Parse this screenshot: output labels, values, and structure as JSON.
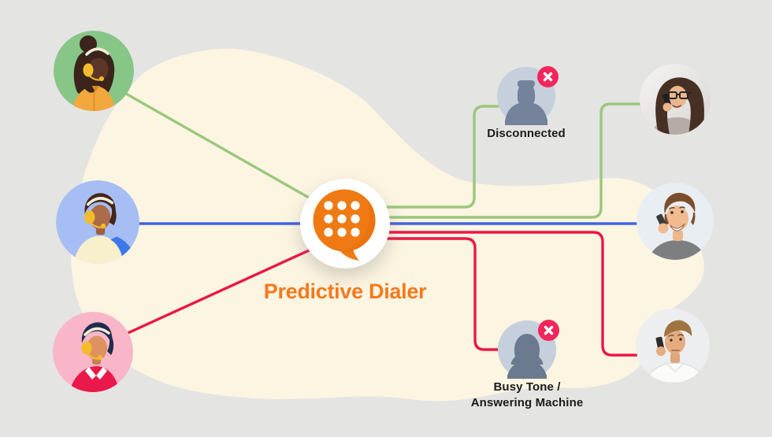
{
  "theme": {
    "canvas": "#e4e4e3",
    "blob": "#fbf5e2",
    "green": "#9bc77c",
    "blue": "#4064e0",
    "red": "#eb1649",
    "orange": "#ef7a14",
    "title": "#f5791d",
    "badge": "#f2265c",
    "nodebg": "#c6cfdc",
    "nodefg": "#74839b",
    "label": "#1b1b1b"
  },
  "dialer": {
    "title": "Predictive Dialer",
    "icon": "dialpad-chat-bubble-icon",
    "icon_color": "#ef7a14"
  },
  "status_nodes": {
    "disconnected": {
      "label": "Disconnected",
      "avatar_icon": "male-person-silhouette-icon",
      "badge_icon": "x-close-icon",
      "badge_color": "#f2265c"
    },
    "busy": {
      "label_line1": "Busy Tone /",
      "label_line2": "Answering Machine",
      "avatar_icon": "female-person-silhouette-icon",
      "badge_icon": "x-close-icon",
      "badge_color": "#f2265c"
    }
  },
  "agents": [
    {
      "icon": "agent-woman-headset-illustration",
      "circle_color": "#87c687"
    },
    {
      "icon": "agent-man-headset-illustration",
      "circle_color": "#a7bef4"
    },
    {
      "icon": "agent-man-headset-illustration",
      "circle_color": "#f8b6c8"
    }
  ],
  "customers": [
    {
      "icon": "woman-with-glasses-on-phone-photo"
    },
    {
      "icon": "smiling-man-on-phone-photo"
    },
    {
      "icon": "man-in-white-shirt-on-phone-photo"
    }
  ],
  "connections": [
    {
      "from": "agent-1",
      "to": "dialer",
      "color": "#9bc77c"
    },
    {
      "from": "agent-2",
      "to": "customer-2",
      "color": "#4064e0"
    },
    {
      "from": "agent-3",
      "to": "dialer",
      "color": "#eb1649"
    },
    {
      "from": "dialer",
      "to": "disconnected",
      "color": "#9bc77c"
    },
    {
      "from": "dialer",
      "to": "customer-1",
      "color": "#9bc77c"
    },
    {
      "from": "dialer",
      "to": "busy",
      "color": "#eb1649"
    },
    {
      "from": "dialer",
      "to": "customer-3",
      "color": "#eb1649"
    }
  ]
}
